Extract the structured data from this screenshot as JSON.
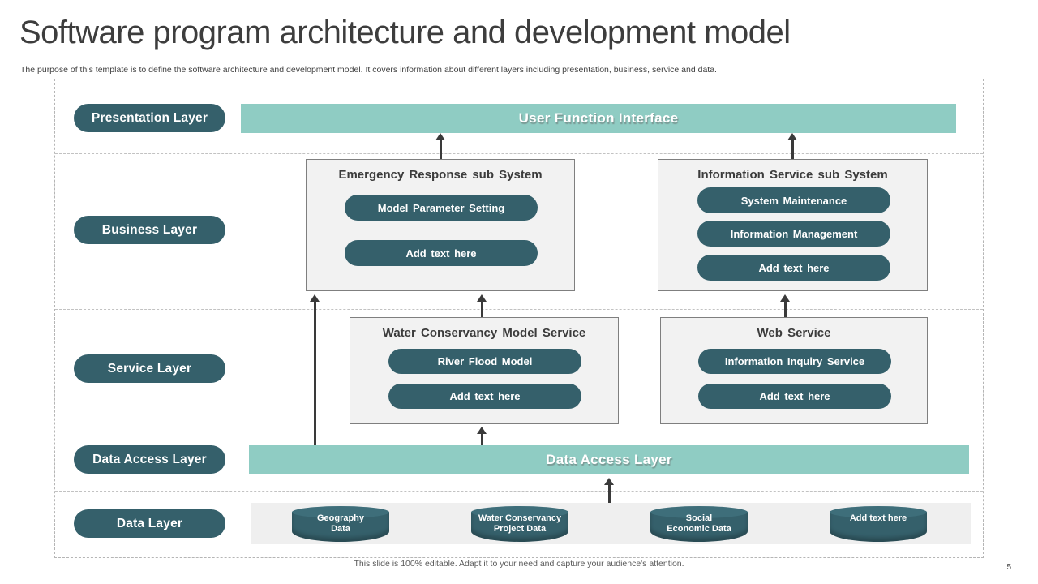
{
  "title": "Software program architecture and development model",
  "subtitle": "The purpose of this template is to define the software architecture and development model. It covers information about different layers including presentation, business, service and data.",
  "footer": "This slide is 100% editable. Adapt it to your need and capture your audience's attention.",
  "page_number": "5",
  "colors": {
    "dark_teal": "#35606b",
    "light_teal": "#8fccc3",
    "box_bg": "#f2f2f2",
    "strip_bg": "#efefef",
    "arrow": "#3a3a3a"
  },
  "layers": {
    "presentation": {
      "pill": "Presentation Layer",
      "bar": "User Function Interface"
    },
    "business": {
      "pill": "Business Layer",
      "boxes": [
        {
          "title": "Emergency Response sub System",
          "items": [
            "Model Parameter Setting",
            "Add text here"
          ]
        },
        {
          "title": "Information Service sub System",
          "items": [
            "System Maintenance",
            "Information Management",
            "Add text here"
          ]
        }
      ]
    },
    "service": {
      "pill": "Service Layer",
      "boxes": [
        {
          "title": "Water Conservancy Model Service",
          "items": [
            "River Flood Model",
            "Add text here"
          ]
        },
        {
          "title": "Web Service",
          "items": [
            "Information Inquiry Service",
            "Add text here"
          ]
        }
      ]
    },
    "data_access": {
      "pill": "Data Access Layer",
      "bar": "Data Access Layer"
    },
    "data": {
      "pill": "Data Layer",
      "cylinders": [
        "Geography\nData",
        "Water Conservancy\nProject Data",
        "Social\nEconomic Data",
        "Add text here"
      ]
    }
  }
}
